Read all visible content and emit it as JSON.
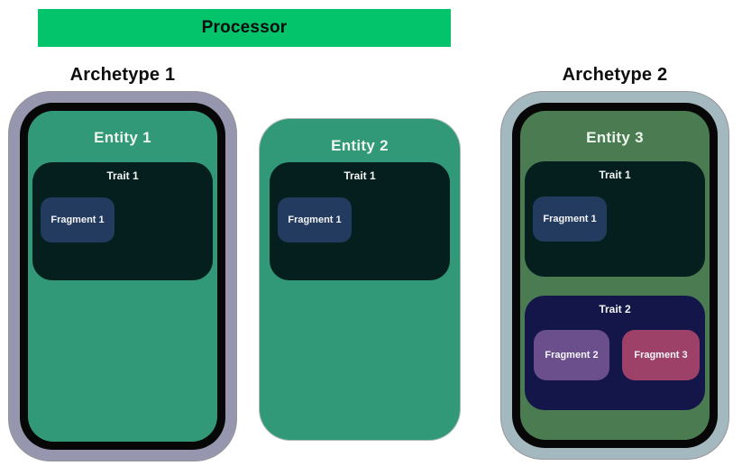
{
  "processor": {
    "label": "Processor",
    "color": "#03c46a"
  },
  "archetypes": [
    {
      "label": "Archetype 1",
      "ring_color": "#9697ae",
      "inner_ring_color": "#070707"
    },
    {
      "label": "Archetype 2",
      "ring_color": "#a4b9bf",
      "inner_ring_color": "#070707"
    }
  ],
  "entities": [
    {
      "title": "Entity 1",
      "body_color": "#319878",
      "in_archetype": "Archetype 1",
      "traits": [
        {
          "title": "Trait 1",
          "color": "#041f1e",
          "fragments": [
            {
              "label": "Fragment 1",
              "color": "#223b5e"
            }
          ]
        }
      ]
    },
    {
      "title": "Entity 2",
      "body_color": "#319878",
      "in_archetype": null,
      "traits": [
        {
          "title": "Trait 1",
          "color": "#041f1e",
          "fragments": [
            {
              "label": "Fragment 1",
              "color": "#223b5e"
            }
          ]
        }
      ]
    },
    {
      "title": "Entity 3",
      "body_color": "#4b7b51",
      "in_archetype": "Archetype 2",
      "traits": [
        {
          "title": "Trait 1",
          "color": "#041f1e",
          "fragments": [
            {
              "label": "Fragment 1",
              "color": "#223b5e"
            }
          ]
        },
        {
          "title": "Trait 2",
          "color": "#14164a",
          "fragments": [
            {
              "label": "Fragment 2",
              "color": "#6a4f8c"
            },
            {
              "label": "Fragment 3",
              "color": "#9e4169"
            }
          ]
        }
      ]
    }
  ]
}
